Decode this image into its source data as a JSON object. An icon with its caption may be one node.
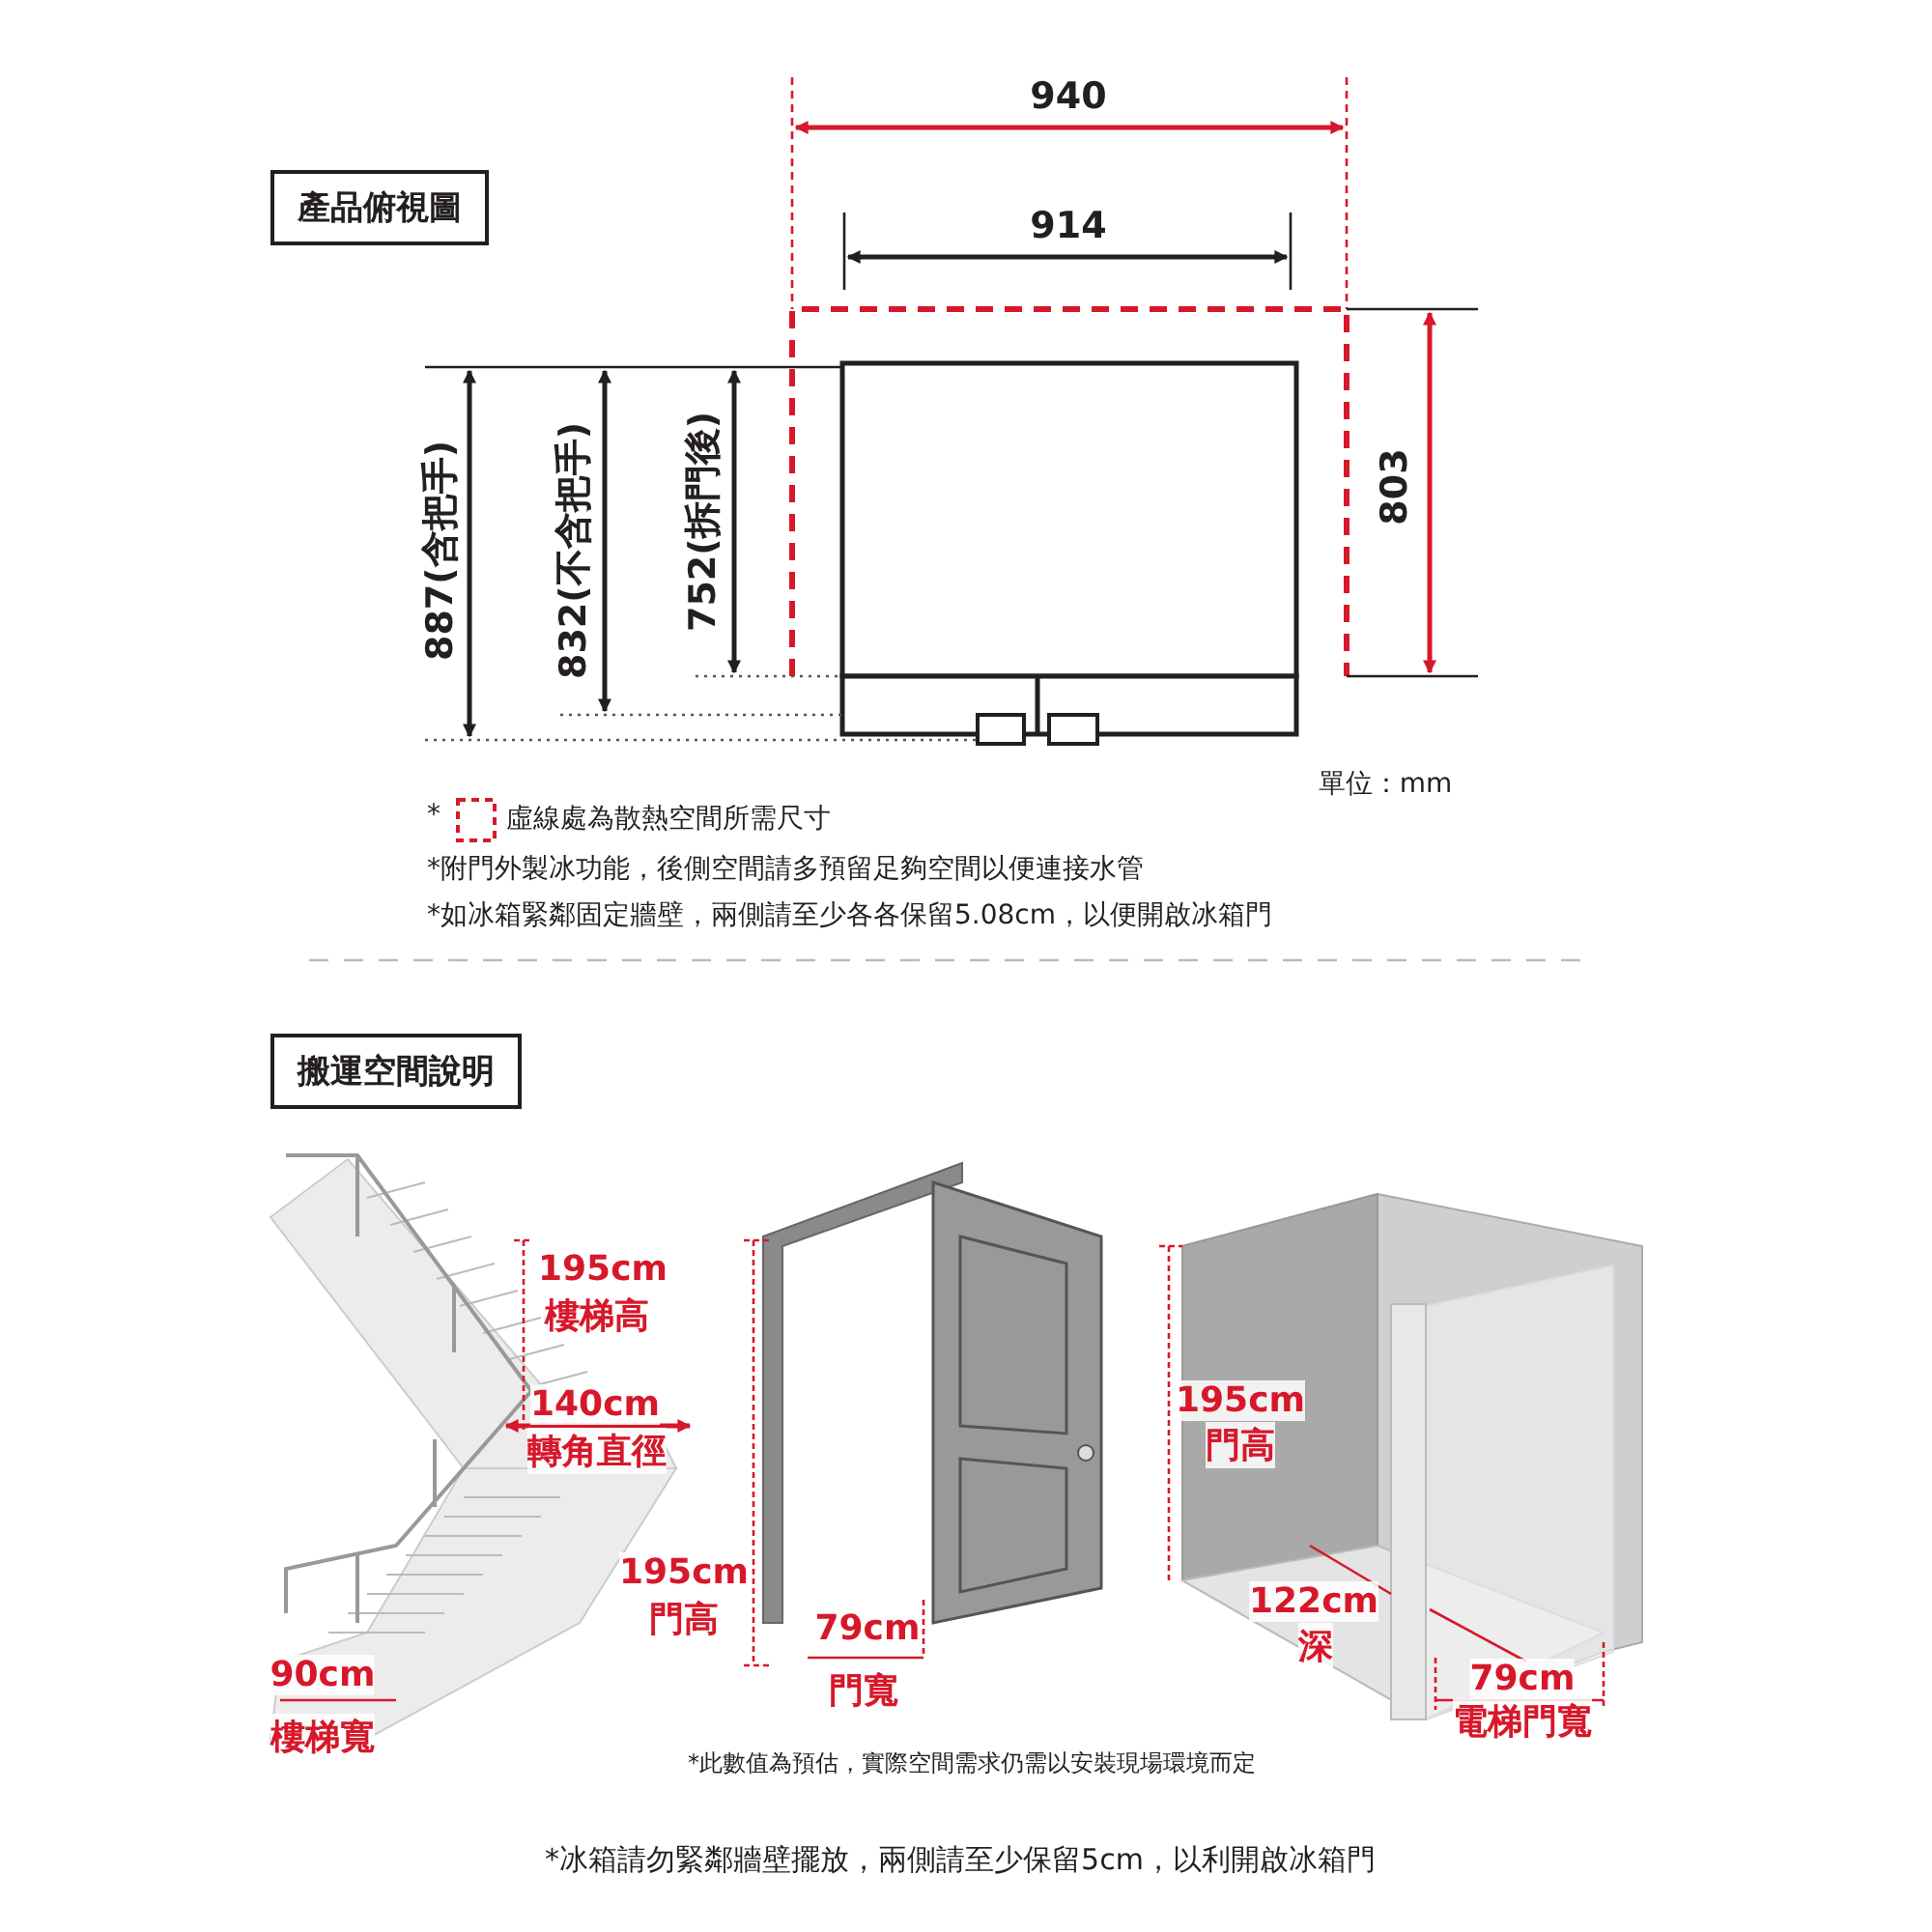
{
  "diagram": {
    "nodes": [
      {
        "text": [
          "產品俯視圖"
        ]
      },
      {
        "text": [
          "搬運空間說明"
        ]
      }
    ],
    "labels": [
      "940",
      "914",
      "887(含把手)",
      "832(不含把手)",
      "752(拆門後)",
      "803",
      "單位：mm",
      "*",
      "虛線處為散熱空間所需尺寸",
      "*附門外製冰功能，後側空間請多預留足夠空間以便連接水管",
      "*如冰箱緊鄰固定牆壁，兩側請至少各各保留5.08cm，以便開啟冰箱門",
      "195cm",
      "樓梯高",
      "140cm",
      "轉角直徑",
      "90cm",
      "樓梯寬",
      "195cm",
      "門高",
      "79cm",
      "門寬",
      "195cm",
      "門高",
      "122cm",
      "深",
      "79cm",
      "電梯門寬",
      "*此數值為預估，實際空間需求仍需以安裝現場環境而定",
      "*冰箱請勿緊鄰牆壁擺放，兩側請至少保留5cm，以利開啟冰箱門"
    ]
  }
}
